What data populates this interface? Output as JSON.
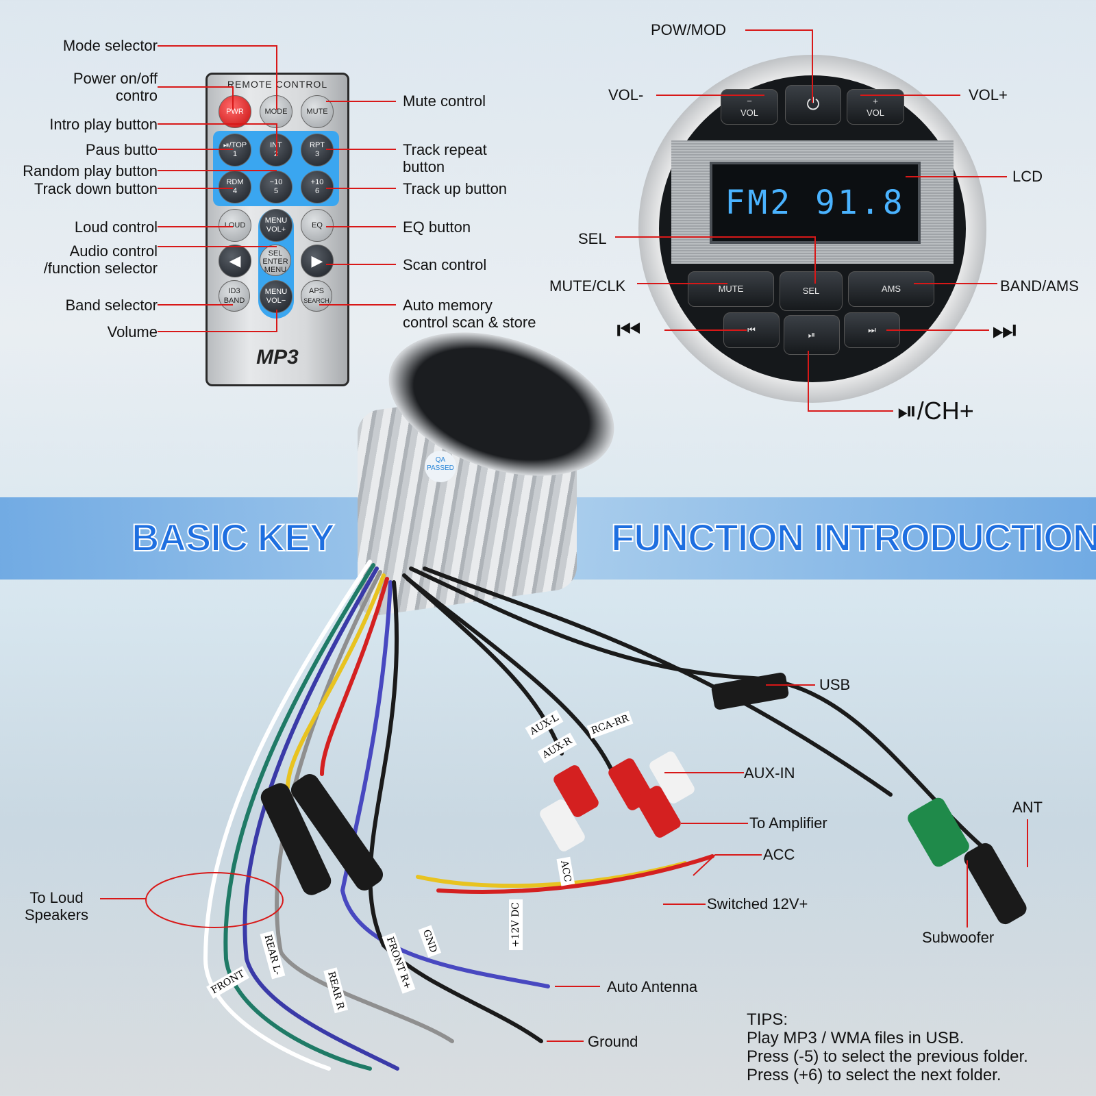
{
  "remote": {
    "title": "REMOTE CONTROL",
    "logo": "MP3",
    "buttons": {
      "pwr": "PWR",
      "mode": "MODE",
      "mute": "MUTE",
      "b1_top": "⏯/TOP",
      "b1": "1",
      "b2_top": "INT",
      "b2": "2",
      "b3_top": "RPT",
      "b3": "3",
      "b4_top": "RDM",
      "b4": "4",
      "b5_top": "−10",
      "b5": "5",
      "b6_top": "+10",
      "b6": "6",
      "loud": "LOUD",
      "eq": "EQ",
      "menu_top": "MENU",
      "vol_plus": "VOL+",
      "sel": "SEL",
      "enter": "ENTER",
      "menu_mid": "MENU",
      "id3": "ID3",
      "band": "BAND",
      "menu_bot": "MENU",
      "vol_minus": "VOL−",
      "aps": "APS",
      "search": "SEARCH",
      "prev_icon": "◀",
      "next_icon": "▶"
    }
  },
  "remote_labels": {
    "mode_selector": "Mode selector",
    "power": "Power on/off\ncontro",
    "intro_play": "Intro play button",
    "pause": "Paus butto",
    "random_play": "Random play button",
    "track_down": "Track down button",
    "loud": "Loud control",
    "audio": "Audio control\n/function selector",
    "band": "Band selector",
    "volume": "Volume",
    "mute": "Mute control",
    "track_repeat": "Track repeat\nbutton",
    "track_up": "Track up button",
    "eq": "EQ button",
    "scan": "Scan control",
    "auto_memory": "Auto memory\ncontrol scan & store"
  },
  "unit": {
    "lcd_display": "FM2  91.8",
    "vol_minus_btn": "−\nVOL",
    "power_btn": "⏻",
    "vol_plus_btn": "+\nVOL",
    "mute_btn": "MUTE",
    "sel_btn": "SEL",
    "ams_btn": "AMS",
    "prev_btn": "⏮",
    "play_btn": "⏯",
    "next_btn": "⏭"
  },
  "unit_labels": {
    "pow_mod": "POW/MOD",
    "vol_minus": "VOL-",
    "vol_plus": "VOL+",
    "lcd": "LCD",
    "sel": "SEL",
    "mute_clk": "MUTE/CLK",
    "band_ams": "BAND/AMS",
    "prev": "⏮",
    "next": "⏭",
    "play_ch": "⏯/CH+"
  },
  "banner": {
    "left": "BASIC KEY",
    "right": "FUNCTION INTRODUCTION"
  },
  "device": {
    "qa_sticker": "QA\nPASSED"
  },
  "wiring_labels": {
    "usb": "USB",
    "aux_in": "AUX-IN",
    "to_amplifier": "To Amplifier",
    "acc": "ACC",
    "switched": "Switched 12V+",
    "ant": "ANT",
    "subwoofer": "Subwoofer",
    "loud_speakers": "To Loud\nSpeakers",
    "auto_antenna": "Auto Antenna",
    "ground": "Ground"
  },
  "wire_tags": {
    "aux_l": "AUX-L",
    "aux_r": "AUX-R",
    "rca_rr": "RCA-RR",
    "acc_tag": "ACC",
    "v12_tag": "+12V DC",
    "gnd_tag": "GND",
    "front_tag": "FRONT",
    "rear_l_tag": "REAR L-",
    "rear_r_tag": "REAR R",
    "front_r_tag": "FRONT R+"
  },
  "tips": {
    "title": "TIPS:",
    "line1": "Play MP3 / WMA files in USB.",
    "line2": "Press (-5) to select the previous folder.",
    "line3": "Press (+6) to select the next folder."
  },
  "colors": {
    "callout_line": "#d81818",
    "banner_text": "#1e6fe0",
    "lcd_text": "#4ab3ff",
    "remote_pad": "#3aa6f0"
  }
}
